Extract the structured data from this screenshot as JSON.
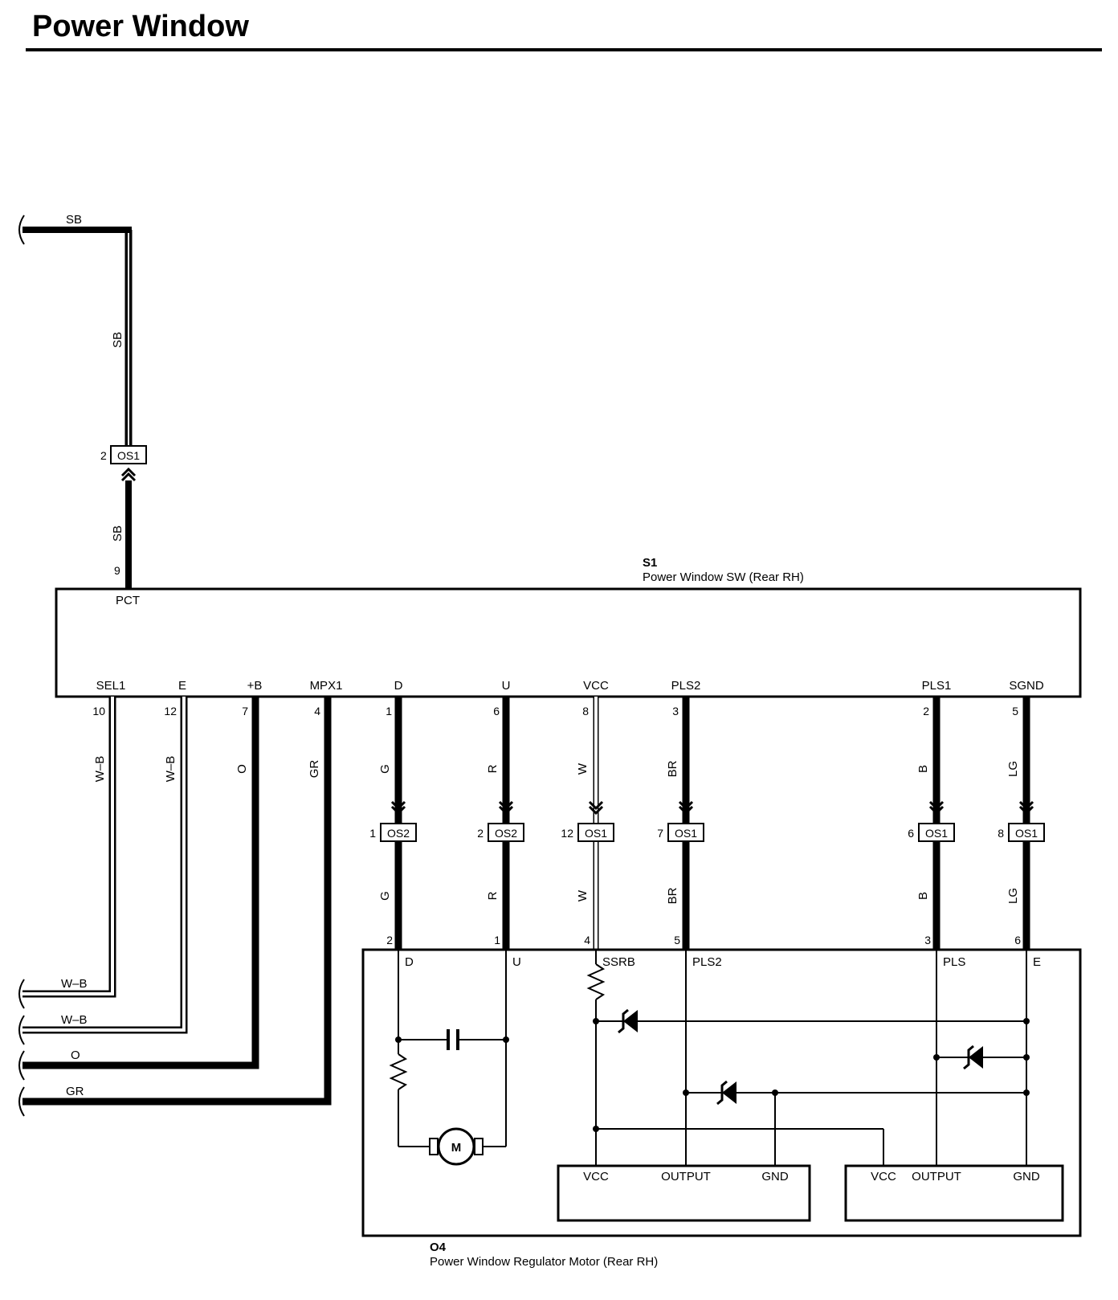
{
  "title": "Power Window",
  "components": {
    "s1": {
      "id": "S1",
      "name": "Power Window SW (Rear RH)"
    },
    "o4": {
      "id": "O4",
      "name": "Power Window Regulator Motor (Rear RH)"
    }
  },
  "s1_pins": {
    "pct": {
      "name": "PCT",
      "num": "9"
    },
    "sel1": {
      "name": "SEL1",
      "num": "10"
    },
    "e": {
      "name": "E",
      "num": "12"
    },
    "b": {
      "name": "+B",
      "num": "7"
    },
    "mpx1": {
      "name": "MPX1",
      "num": "4"
    },
    "d": {
      "name": "D",
      "num": "1"
    },
    "u": {
      "name": "U",
      "num": "6"
    },
    "vcc": {
      "name": "VCC",
      "num": "8"
    },
    "pls2": {
      "name": "PLS2",
      "num": "3"
    },
    "pls1": {
      "name": "PLS1",
      "num": "2"
    },
    "sgnd": {
      "name": "SGND",
      "num": "5"
    }
  },
  "o4_pins": {
    "d": {
      "name": "D",
      "num": "2"
    },
    "u": {
      "name": "U",
      "num": "1"
    },
    "ssrb": {
      "name": "SSRB",
      "num": "4"
    },
    "pls2": {
      "name": "PLS2",
      "num": "5"
    },
    "pls": {
      "name": "PLS",
      "num": "3"
    },
    "e": {
      "name": "E",
      "num": "6"
    }
  },
  "connectors": {
    "top": {
      "name": "OS1",
      "pin": "2"
    },
    "d": {
      "name": "OS2",
      "pin": "1"
    },
    "u": {
      "name": "OS2",
      "pin": "2"
    },
    "vcc": {
      "name": "OS1",
      "pin": "12"
    },
    "pls2": {
      "name": "OS1",
      "pin": "7"
    },
    "pls1": {
      "name": "OS1",
      "pin": "6"
    },
    "sgnd": {
      "name": "OS1",
      "pin": "8"
    }
  },
  "wire_colors": {
    "sb": "SB",
    "wb": "W–B",
    "o": "O",
    "gr": "GR",
    "g": "G",
    "r": "R",
    "w": "W",
    "br": "BR",
    "b": "B",
    "lg": "LG"
  },
  "motor_label": "M",
  "sensor_left": {
    "vcc": "VCC",
    "output": "OUTPUT",
    "gnd": "GND"
  },
  "sensor_right": {
    "vcc": "VCC",
    "output": "OUTPUT",
    "gnd": "GND"
  }
}
